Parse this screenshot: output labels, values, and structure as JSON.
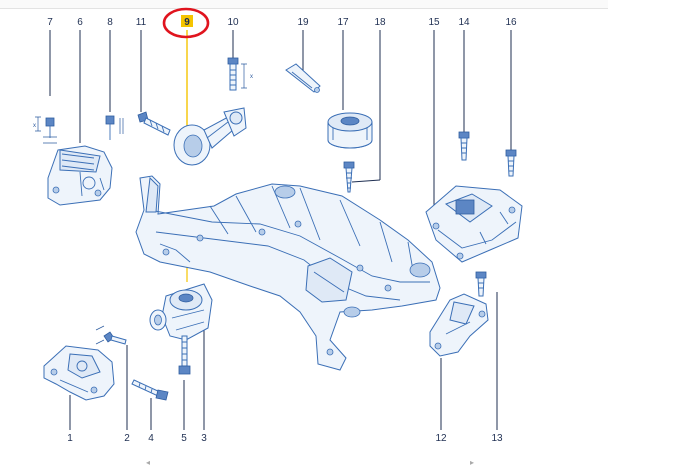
{
  "diagram": {
    "callouts": {
      "c1": "1",
      "c2": "2",
      "c3": "3",
      "c4": "4",
      "c5": "5",
      "c6": "6",
      "c7": "7",
      "c8": "8",
      "c9": "9",
      "c10": "10",
      "c11": "11",
      "c12": "12",
      "c13": "13",
      "c14": "14",
      "c15": "15",
      "c16": "16",
      "c17": "17",
      "c18": "18",
      "c19": "19"
    },
    "highlighted_callout": "9",
    "highlight_color": "#f5c400",
    "highlight_ring_color": "#e0141e",
    "line_color": "#3b6fb6"
  },
  "scrollbar": {
    "left_arrow": "◂",
    "right_arrow": "▸"
  }
}
